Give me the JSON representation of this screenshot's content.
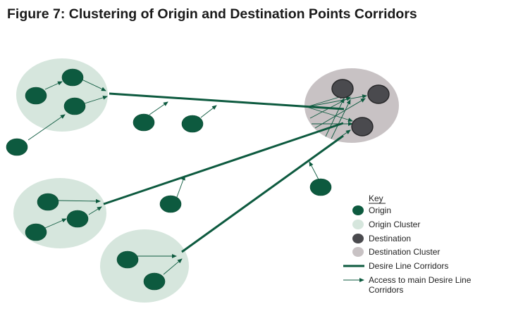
{
  "figure": {
    "title": "Figure 7: Clustering of Origin and Destination Points Corridors"
  },
  "colors": {
    "origin": "#0d5a3f",
    "origin_cluster": "#d6e6dd",
    "destination": "#4a4a4e",
    "destination_cluster": "#c8c2c4",
    "corridor": "#0d5a3f",
    "access_arrow": "#0d5a3f"
  },
  "legend": {
    "title": "Key",
    "items": [
      {
        "kind": "origin",
        "label": "Origin"
      },
      {
        "kind": "origin-cluster",
        "label": "Origin Cluster"
      },
      {
        "kind": "destination",
        "label": "Destination"
      },
      {
        "kind": "destination-cluster",
        "label": "Destination Cluster"
      },
      {
        "kind": "corridor",
        "label": "Desire Line Corridors"
      },
      {
        "kind": "access",
        "label_line1": "Access to main Desire Line",
        "label_line2": "Corridors"
      }
    ]
  }
}
